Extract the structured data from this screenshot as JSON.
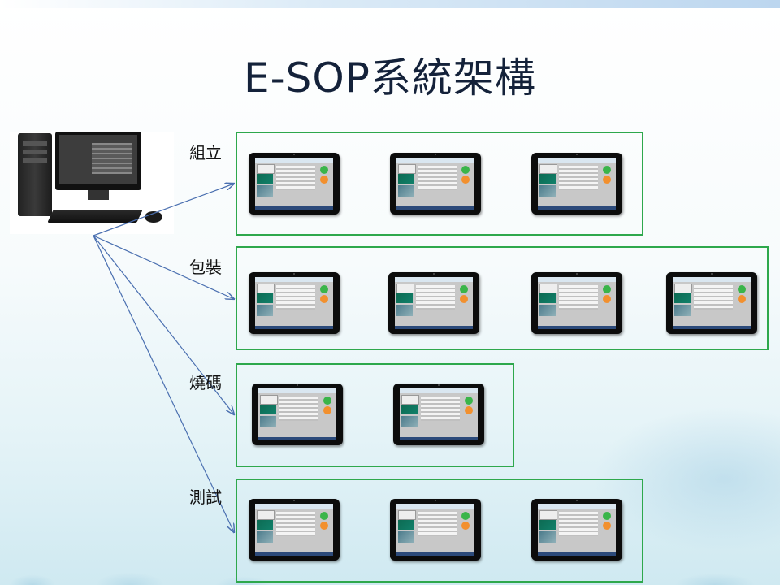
{
  "title": "E-SOP系統架構",
  "server": {
    "icon": "desktop-computer-icon"
  },
  "groups": [
    {
      "id": "assembly",
      "label": "組立",
      "tablet_count": 3
    },
    {
      "id": "packing",
      "label": "包裝",
      "tablet_count": 4
    },
    {
      "id": "burning",
      "label": "燒碼",
      "tablet_count": 2
    },
    {
      "id": "testing",
      "label": "測試",
      "tablet_count": 3
    }
  ],
  "colors": {
    "group_border": "#2ea84c",
    "arrow": "#4a6fb0",
    "title": "#14223a"
  }
}
